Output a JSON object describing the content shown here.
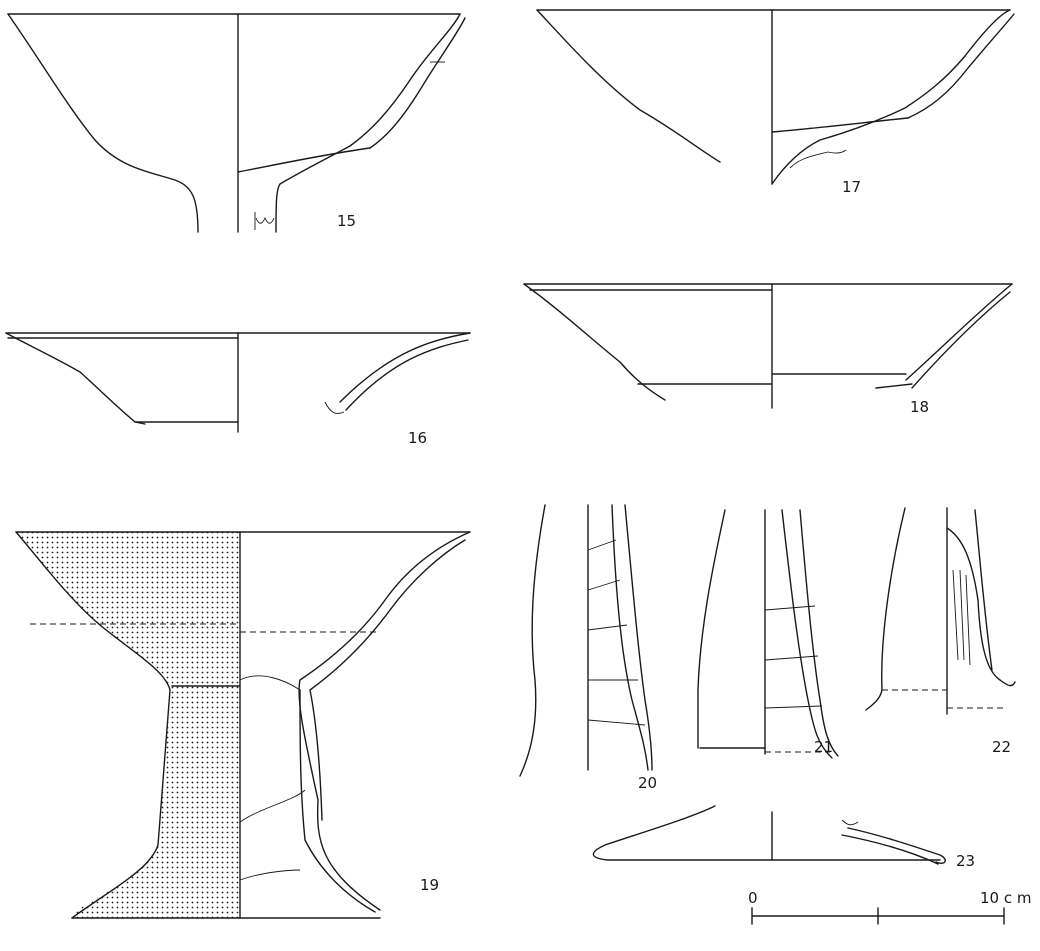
{
  "figures": [
    {
      "id": "15",
      "label": "15"
    },
    {
      "id": "16",
      "label": "16"
    },
    {
      "id": "17",
      "label": "17"
    },
    {
      "id": "18",
      "label": "18"
    },
    {
      "id": "19",
      "label": "19"
    },
    {
      "id": "20",
      "label": "20"
    },
    {
      "id": "21",
      "label": "21"
    },
    {
      "id": "22",
      "label": "22"
    },
    {
      "id": "23",
      "label": "23"
    }
  ],
  "scale_bar": {
    "start_label": "0",
    "end_label": "10 c m"
  }
}
